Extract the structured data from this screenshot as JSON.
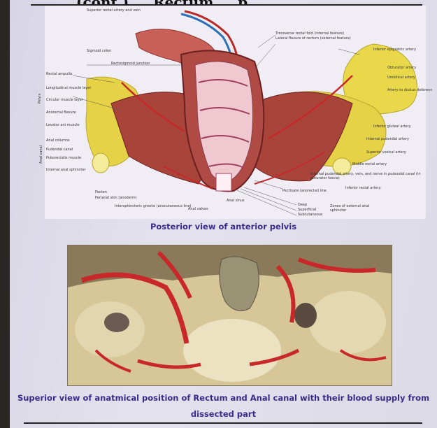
{
  "heading_partial": "(cont.) ... Rectum ... p",
  "figure1": {
    "caption": "Posterior view of anterior pelvis",
    "labels": {
      "superior_rectal": "Superior rectal artery and vein",
      "sigmoid": "Sigmoid colon",
      "rectosigmoid": "Rectosigmoid junction",
      "transverse_fold": "Transverse rectal fold (internal feature)",
      "lateral_flexure": "Lateral flexure of rectum (external feature)",
      "inferior_epigastric": "Inferior epigastric artery",
      "obturator": "Obturator artery",
      "umbilical": "Umbilical artery",
      "artery_ductus": "Artery to ductus deferens",
      "inferior_gluteal": "Inferior gluteal artery",
      "internal_pudendal": "Internal pudendal artery",
      "superior_vesical": "Superior vesical artery",
      "middle_rectal": "Middle rectal artery",
      "pudendal_canal": "Internal pudendal artery, vein, and nerve in pudendal canal (in obturator fascia)",
      "inferior_rectal": "Inferior rectal artery",
      "pectinate": "Pectinate (anorectal) line",
      "rectal_ampulla": "Rectal ampulla",
      "longitudinal_muscle": "Longitudinal muscle layer",
      "circular_muscle": "Circular muscle layer",
      "anorectal_flexure": "Anorectal flexure",
      "levator_ani": "Levator ani muscle",
      "anal_columns": "Anal columns",
      "pudendal_canal_short": "Pudendal canal",
      "puborectalis": "Puborectalis muscle",
      "internal_anal": "Internal anal sphincter",
      "pecten": "Pecten",
      "perianal_skin": "Perianal skin (anoderm)",
      "intersphincteric": "Intersphincteric groove (anocutaneous line)",
      "anal_valves": "Anal valves",
      "anal_sinus": "Anal sinus",
      "deep": "Deep",
      "superficial": "Superficial",
      "subcutaneous": "Subcutaneous",
      "zones": "Zones of external anal sphincter",
      "pelvis_side": "Pelvis",
      "anal_side": "Anal canal"
    }
  },
  "figure2": {
    "caption": "Superior view of anatmical position of Rectum and Anal canal with their blood supply from dissected part"
  }
}
